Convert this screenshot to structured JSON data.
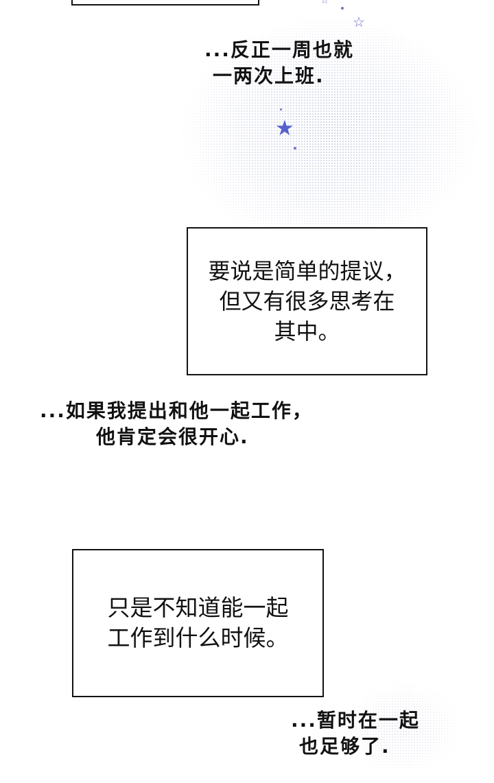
{
  "panels": {
    "top_bubble": {
      "lines": [
        "...反正一周也就",
        "一两次上班."
      ]
    },
    "box_1": {
      "lines": [
        "要说是简单的提议，",
        "但又有很多思考在",
        "其中。"
      ]
    },
    "middle_bubble": {
      "lines": [
        "...如果我提出和他一起工作，",
        "他肯定会很开心."
      ]
    },
    "box_2": {
      "lines": [
        "只是不知道能一起",
        "工作到什么时候。"
      ]
    },
    "bottom_bubble": {
      "lines": [
        "...暂时在一起",
        "也足够了."
      ]
    }
  },
  "decor": {
    "star_icon": "★",
    "star_outline_icon": "☆",
    "accent_color": "#5560cc"
  }
}
